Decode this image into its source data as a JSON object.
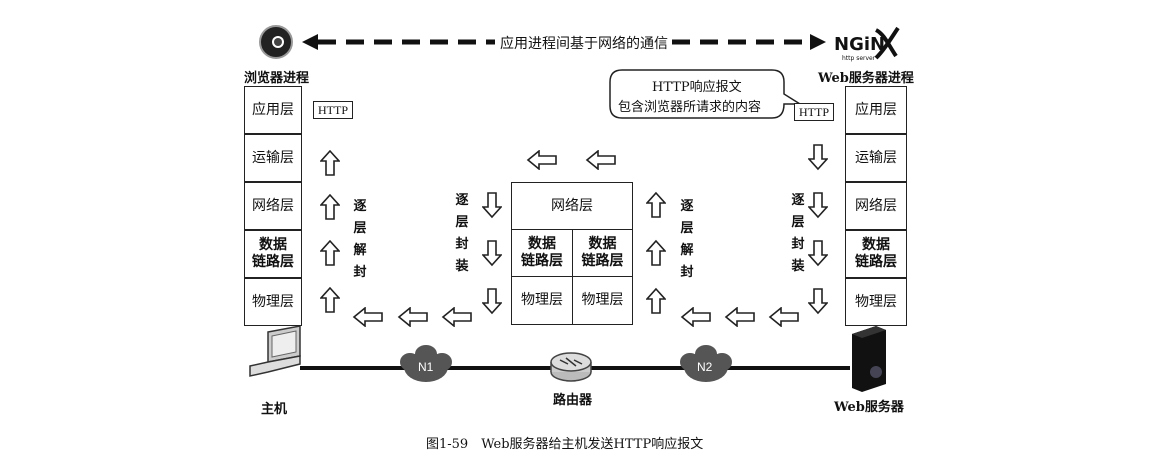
{
  "top_banner": {
    "label": "应用进程间基于网络的通信",
    "nginx_logo_text": "NGINX",
    "nginx_sub": "http server"
  },
  "client": {
    "title": "浏览器进程",
    "layers": [
      "应用层",
      "运输层",
      "网络层",
      "数据\n链路层",
      "物理层"
    ],
    "http_tag": "HTTP",
    "side_label": "逐层解封",
    "device_label": "主机"
  },
  "server": {
    "title": "Web服务器进程",
    "layers": [
      "应用层",
      "运输层",
      "网络层",
      "数据\n链路层",
      "物理层"
    ],
    "http_tag": "HTTP",
    "side_label": "逐层封装",
    "device_label": "Web服务器",
    "callout_line1": "HTTP响应报文",
    "callout_line2": "包含浏览器所请求的内容"
  },
  "router": {
    "network_layer": "网络层",
    "datalink_left": "数据\n链路层",
    "datalink_right": "数据\n链路层",
    "phys_left": "物理层",
    "phys_right": "物理层",
    "left_label": "逐层封装",
    "right_label": "逐层解封",
    "device_label": "路由器"
  },
  "networks": [
    "N1",
    "N2"
  ],
  "caption": "图1-59　Web服务器给主机发送HTTP响应报文"
}
